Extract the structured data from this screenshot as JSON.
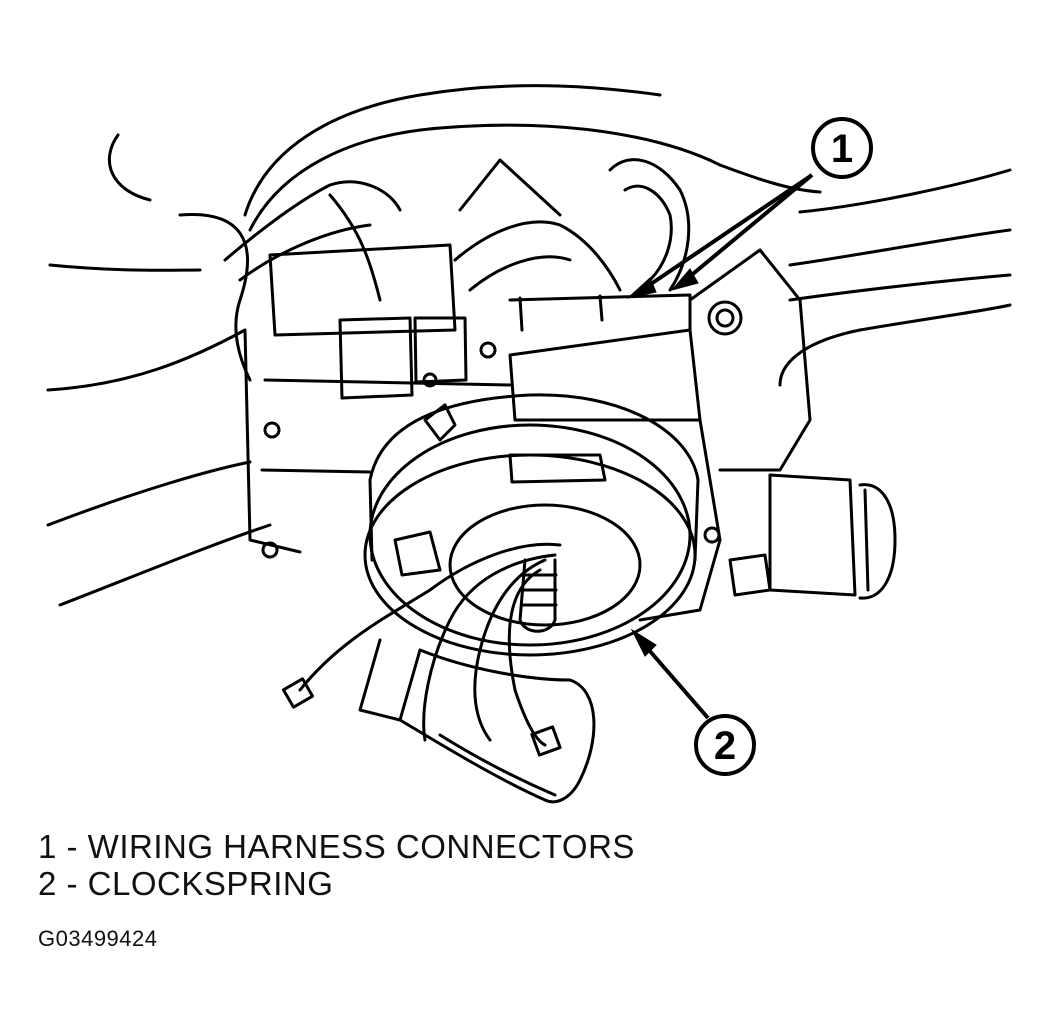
{
  "callouts": [
    {
      "number": "1",
      "target": "wiring-harness-connectors"
    },
    {
      "number": "2",
      "target": "clockspring"
    }
  ],
  "legend": [
    {
      "text": "1 - WIRING HARNESS CONNECTORS"
    },
    {
      "text": "2 - CLOCKSPRING"
    }
  ],
  "figure_id": "G03499424",
  "colors": {
    "ink": "#000000",
    "paper": "#ffffff"
  }
}
